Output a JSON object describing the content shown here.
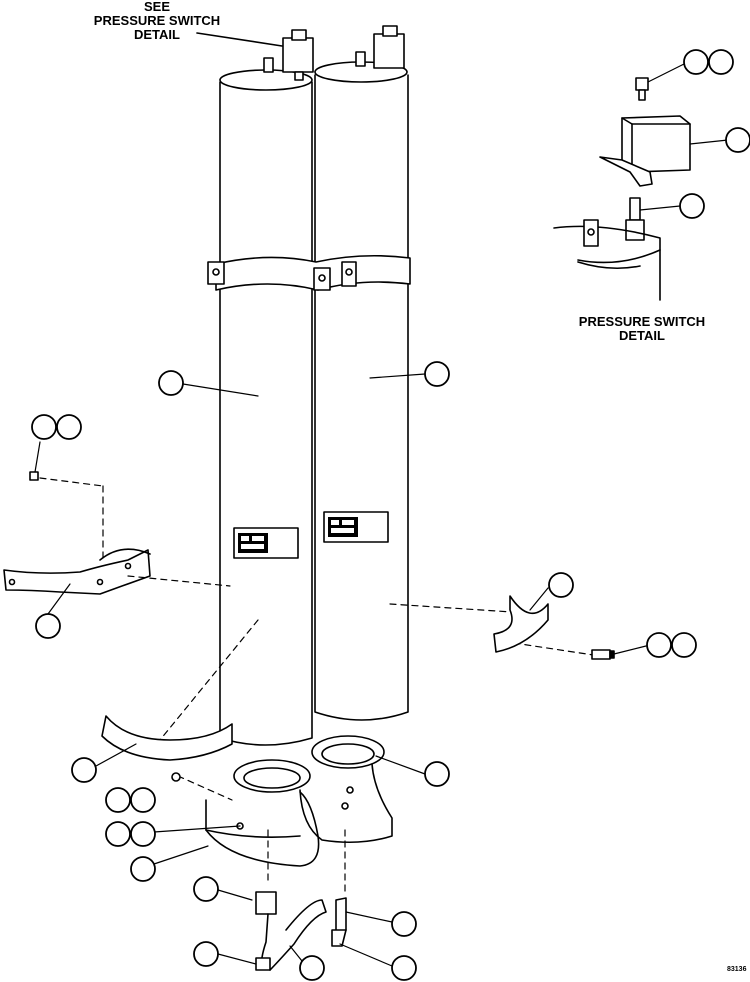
{
  "callout_top": {
    "line1": "SEE",
    "line2": "PRESSURE SWITCH",
    "line3": "DETAIL"
  },
  "detail_title": {
    "line1": "PRESSURE SWITCH",
    "line2": "DETAIL"
  },
  "figure_code": "83136"
}
